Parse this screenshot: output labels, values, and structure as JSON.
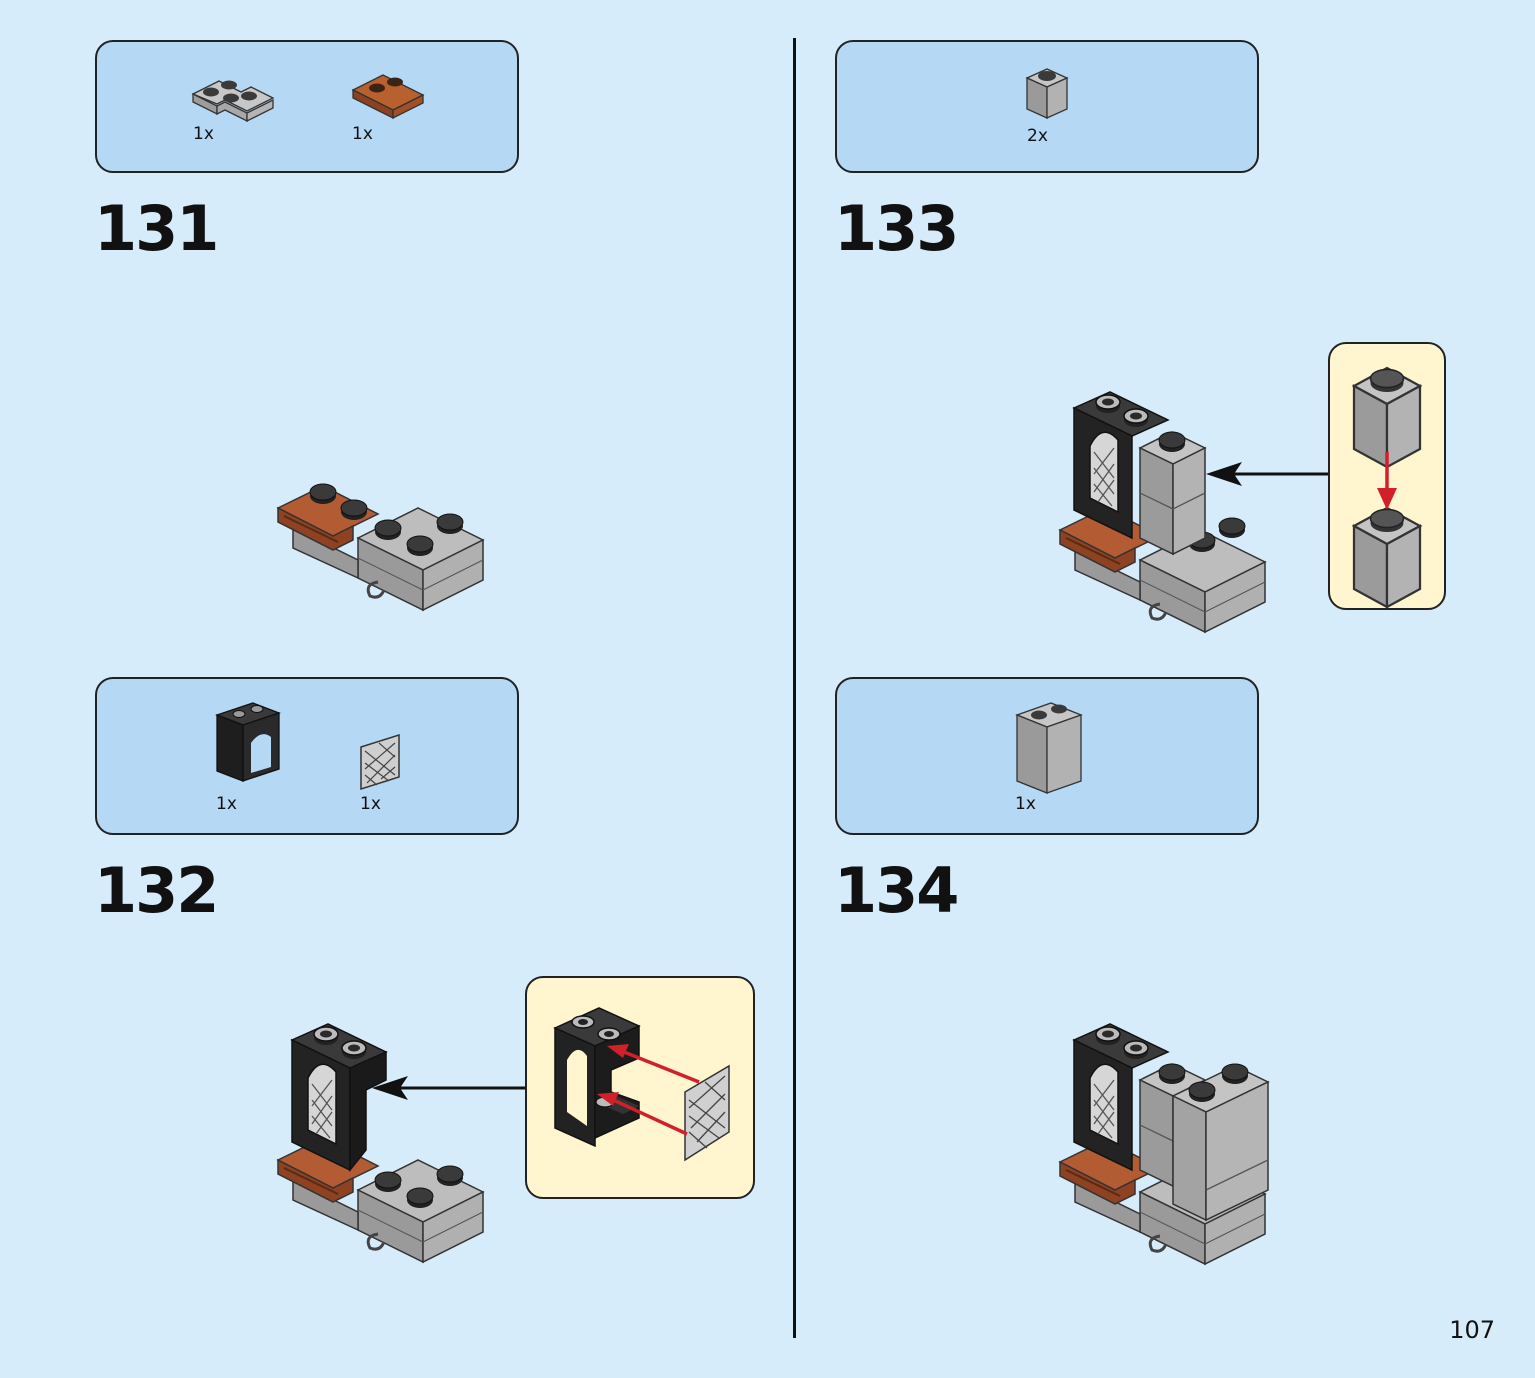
{
  "page": {
    "number": "107"
  },
  "steps": [
    {
      "number": "131",
      "parts": [
        {
          "qty": "1x",
          "icon": "gray-corner-plate-icon"
        },
        {
          "qty": "1x",
          "icon": "brown-plate-icon"
        }
      ]
    },
    {
      "number": "132",
      "parts": [
        {
          "qty": "1x",
          "icon": "black-window-frame-icon"
        },
        {
          "qty": "1x",
          "icon": "lattice-glass-icon"
        }
      ]
    },
    {
      "number": "133",
      "parts": [
        {
          "qty": "2x",
          "icon": "gray-1x1-brick-icon"
        }
      ]
    },
    {
      "number": "134",
      "parts": [
        {
          "qty": "1x",
          "icon": "gray-1x2x2-brick-icon"
        }
      ]
    }
  ],
  "colors": {
    "background": "#d7ecfb",
    "parts_box": "#b5d8f5",
    "callout": "#fff5cf",
    "arrow_red": "#d0202a",
    "brick_gray": "#a9a9a9",
    "brick_brown": "#a4522c",
    "frame_black": "#2a2a2a"
  }
}
